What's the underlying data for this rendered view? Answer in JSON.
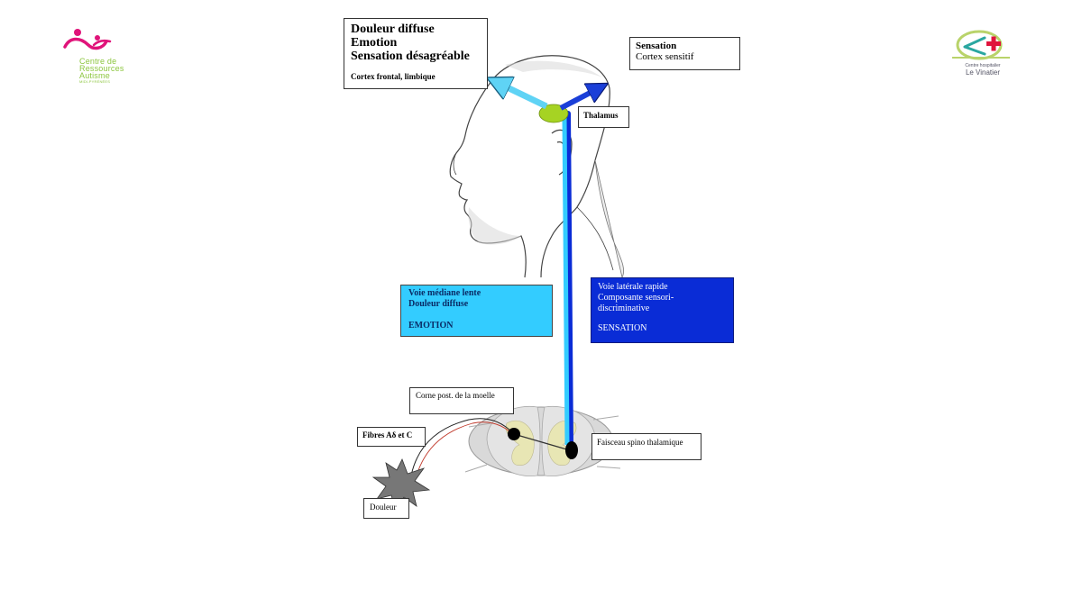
{
  "logos": {
    "left": {
      "line1": "Centre de",
      "line2": "Ressources",
      "line3": "Autisme",
      "subtitle": "MIDI-PYRÉNÉES"
    },
    "right": {
      "line1": "Centre hospitalier",
      "line2": "Le Vinatier"
    }
  },
  "labels": {
    "cortex_frontal": {
      "line1": "Douleur diffuse",
      "line2": "Emotion",
      "line3": "Sensation désagréable",
      "sub": "Cortex frontal, limbique"
    },
    "sensation": {
      "line1": "Sensation",
      "line2": "Cortex sensitif"
    },
    "thalamus": "Thalamus",
    "voie_mediane": {
      "line1": "Voie médiane lente",
      "line2": "Douleur diffuse",
      "line3": "EMOTION"
    },
    "voie_laterale": {
      "line1": "Voie latérale rapide",
      "line2": "Composante sensori-",
      "line3": "discriminative",
      "line4": "SENSATION"
    },
    "corne_post": "Corne post. de la moelle",
    "fibres": "Fibres Aδ et C",
    "faisceau": "Faisceau spino thalamique",
    "douleur": "Douleur"
  },
  "colors": {
    "light_blue": "#33ccff",
    "dark_blue": "#0a2cd6",
    "thalamus_green": "#a6d323",
    "brand_pink": "#e0147a",
    "brand_green": "#8cc63f"
  }
}
